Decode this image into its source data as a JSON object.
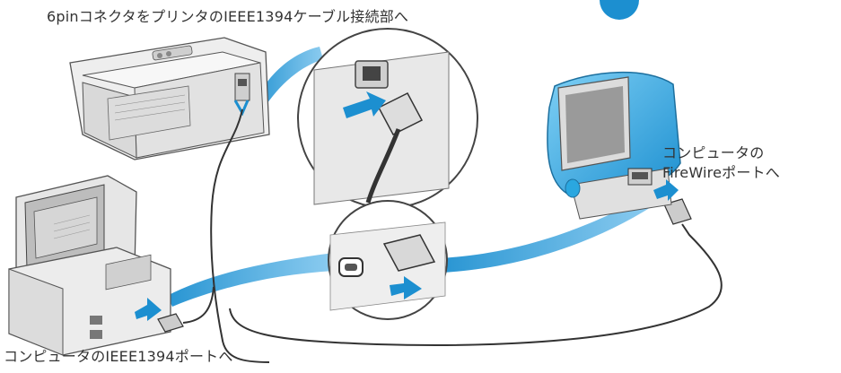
{
  "labels": {
    "printer_port": "6pinコネクタをプリンタのIEEE1394ケーブル接続部へ",
    "mac_port_line1": "コンピュータの",
    "mac_port_line2": "FireWireポートへ",
    "pc_port": "コンピュータのIEEE1394ポートへ"
  },
  "colors": {
    "accent_blue": "#1c8fd0",
    "imac_blue": "#2aa7e0",
    "line": "#333333",
    "device_gray": "#e9e9e9"
  }
}
